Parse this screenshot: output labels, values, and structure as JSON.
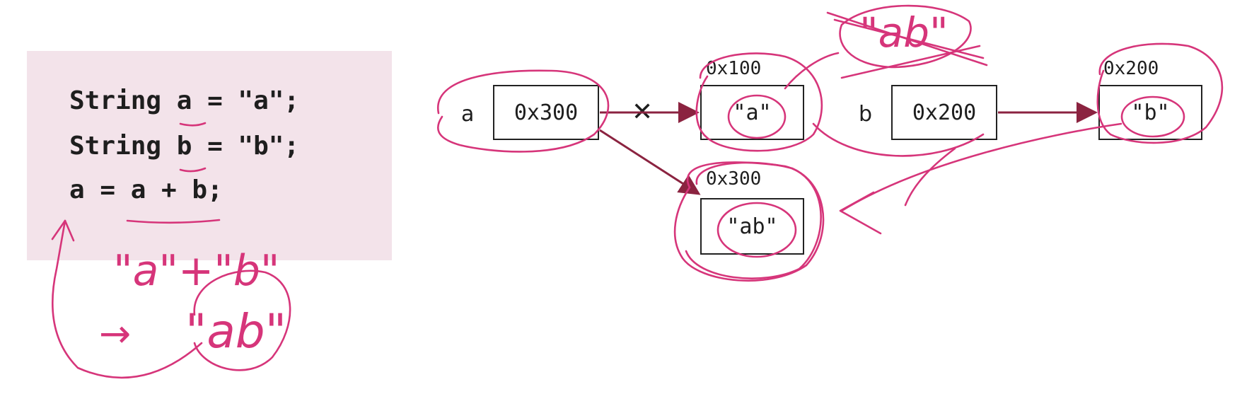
{
  "code": {
    "lines": [
      "String a = \"a\";",
      "String b = \"b\";",
      "a = a + b;"
    ]
  },
  "diagram": {
    "var_a": {
      "name": "a",
      "value": "0x300"
    },
    "var_b": {
      "name": "b",
      "value": "0x200"
    },
    "obj_a": {
      "address": "0x100",
      "value": "\"a\""
    },
    "obj_b": {
      "address": "0x200",
      "value": "\"b\""
    },
    "obj_ab": {
      "address": "0x300",
      "value": "\"ab\""
    },
    "cross_mark": "✕"
  },
  "annotations": {
    "concat": "\"a\"+\"b\"",
    "arrow": "→",
    "result": "\"ab\"",
    "struck_out": "\"ab\""
  },
  "colors": {
    "ink": "#d6357a",
    "panel": "#f3e3ea",
    "arrow": "#8b2340"
  }
}
